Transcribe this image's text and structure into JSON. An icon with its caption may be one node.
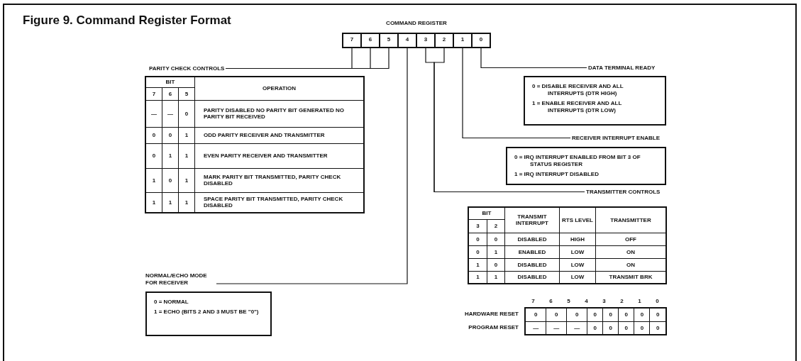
{
  "diagram": {
    "title": "Figure 9. Command Register Format",
    "nodes": [
      {
        "text": [
          "COMMAND REGISTER"
        ]
      },
      {
        "text": [
          "7"
        ],
        "in": 0
      },
      {
        "text": [
          "6"
        ],
        "in": 0
      },
      {
        "text": [
          "5"
        ],
        "in": 0
      },
      {
        "text": [
          "4"
        ],
        "in": 0
      },
      {
        "text": [
          "3"
        ],
        "in": 0
      },
      {
        "text": [
          "2"
        ],
        "in": 0
      },
      {
        "text": [
          "1"
        ],
        "in": 0
      },
      {
        "text": [
          "0"
        ],
        "in": 0
      },
      {
        "text": [
          "PARITY CHECK CONTROLS"
        ]
      },
      {
        "text": [
          "DATA TERMINAL READY"
        ]
      },
      {
        "text": [
          "0 = DISABLE RECEIVER AND ALL INTERRUPTS (DTR HIGH)",
          "1 = ENABLE RECEIVER AND ALL INTERRUPTS (DTR LOW)"
        ]
      },
      {
        "text": [
          "RECEIVER INTERRUPT ENABLE"
        ]
      },
      {
        "text": [
          "0 = IRQ INTERRUPT ENABLED FROM BIT 3 OF STATUS REGISTER",
          "1 = IRQ INTERRUPT DISABLED"
        ]
      },
      {
        "text": [
          "TRANSMITTER CONTROLS"
        ]
      },
      {
        "text": [
          "NORMAL/ECHO MODE FOR RECEIVER"
        ]
      },
      {
        "text": [
          "0 = NORMAL",
          "1 = ECHO (BITS 2 AND 3 MUST BE \"0\")"
        ]
      }
    ],
    "edges": [
      {
        "from": 1,
        "to": 9,
        "arrow": "none"
      },
      {
        "from": 2,
        "to": 9,
        "arrow": "none"
      },
      {
        "from": 3,
        "to": 9,
        "arrow": "none"
      },
      {
        "from": 8,
        "to": 10,
        "arrow": "none"
      },
      {
        "from": 7,
        "to": 12,
        "arrow": "none"
      },
      {
        "from": 5,
        "to": 14,
        "arrow": "none"
      },
      {
        "from": 6,
        "to": 14,
        "arrow": "none"
      },
      {
        "from": 4,
        "to": 15,
        "arrow": "none"
      }
    ],
    "labels": [
      "BIT",
      "OPERATION",
      "7",
      "6",
      "5",
      "—",
      "—",
      "0",
      "PARITY DISABLED NO PARITY BIT GENERATED NO PARITY BIT RECEIVED",
      "0",
      "0",
      "1",
      "ODD PARITY RECEIVER AND TRANSMITTER",
      "0",
      "1",
      "1",
      "EVEN PARITY RECEIVER AND TRANSMITTER",
      "1",
      "0",
      "1",
      "MARK PARITY BIT TRANSMITTED, PARITY CHECK DISABLED",
      "1",
      "1",
      "1",
      "SPACE PARITY BIT TRANSMITTED, PARITY CHECK DISABLED",
      "BIT",
      "TRANSMIT INTERRUPT",
      "RTS LEVEL",
      "TRANSMITTER",
      "3",
      "2",
      "0",
      "0",
      "DISABLED",
      "HIGH",
      "OFF",
      "0",
      "1",
      "ENABLED",
      "LOW",
      "ON",
      "1",
      "0",
      "DISABLED",
      "LOW",
      "ON",
      "1",
      "1",
      "DISABLED",
      "LOW",
      "TRANSMIT BRK",
      "7",
      "6",
      "5",
      "4",
      "3",
      "2",
      "1",
      "0",
      "HARDWARE RESET",
      "0",
      "0",
      "0",
      "0",
      "0",
      "0",
      "0",
      "0",
      "PROGRAM RESET",
      "—",
      "—",
      "—",
      "0",
      "0",
      "0",
      "0",
      "0"
    ]
  }
}
